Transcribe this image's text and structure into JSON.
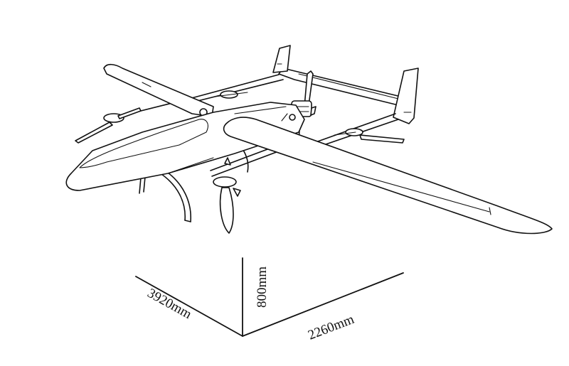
{
  "dimensions": {
    "length": "3920mm",
    "height": "800mm",
    "wingspan": "2260mm"
  }
}
